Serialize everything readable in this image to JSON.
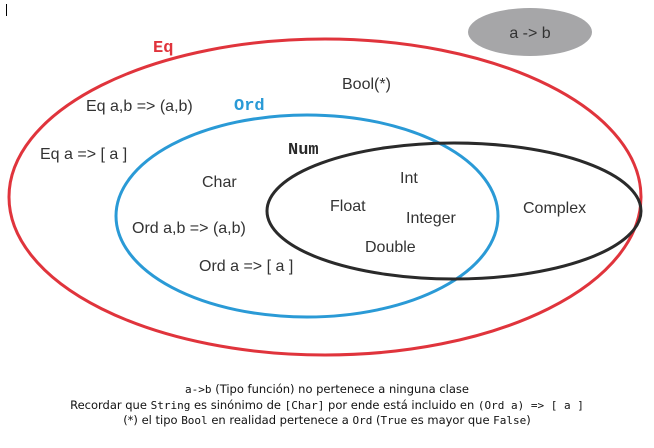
{
  "arrow_badge": {
    "text": "a -> b",
    "color": "#a6a6a8"
  },
  "sets": {
    "eq": {
      "name": "Eq",
      "color": "#e0343c"
    },
    "ord": {
      "name": "Ord",
      "color": "#2a9ad6"
    },
    "num": {
      "name": "Num",
      "color": "#2a2a2a"
    }
  },
  "members": {
    "bool": "Bool(*)",
    "eq_tuple": "Eq a,b => (a,b)",
    "eq_list": "Eq a => [ a ]",
    "char": "Char",
    "ord_tuple": "Ord a,b => (a,b)",
    "ord_list": "Ord a => [ a ]",
    "int": "Int",
    "float": "Float",
    "integer": "Integer",
    "double": "Double",
    "complex": "Complex"
  },
  "notes": {
    "line1": {
      "a": "a->b",
      "b": " (Tipo función) no pertenece a ninguna clase"
    },
    "line2": {
      "a": "Recordar que ",
      "b": "String",
      "c": " es sinónimo de ",
      "d": "[Char]",
      "e": " por ende está incluido en ",
      "f": "(Ord a) => [ a ]"
    },
    "line3": {
      "a": "(*) el tipo ",
      "b": "Bool",
      "c": " en realidad pertenece a ",
      "d": "Ord",
      "e": " (",
      "f": "True",
      "g": " es mayor que ",
      "h": "False",
      "i": ")"
    }
  }
}
